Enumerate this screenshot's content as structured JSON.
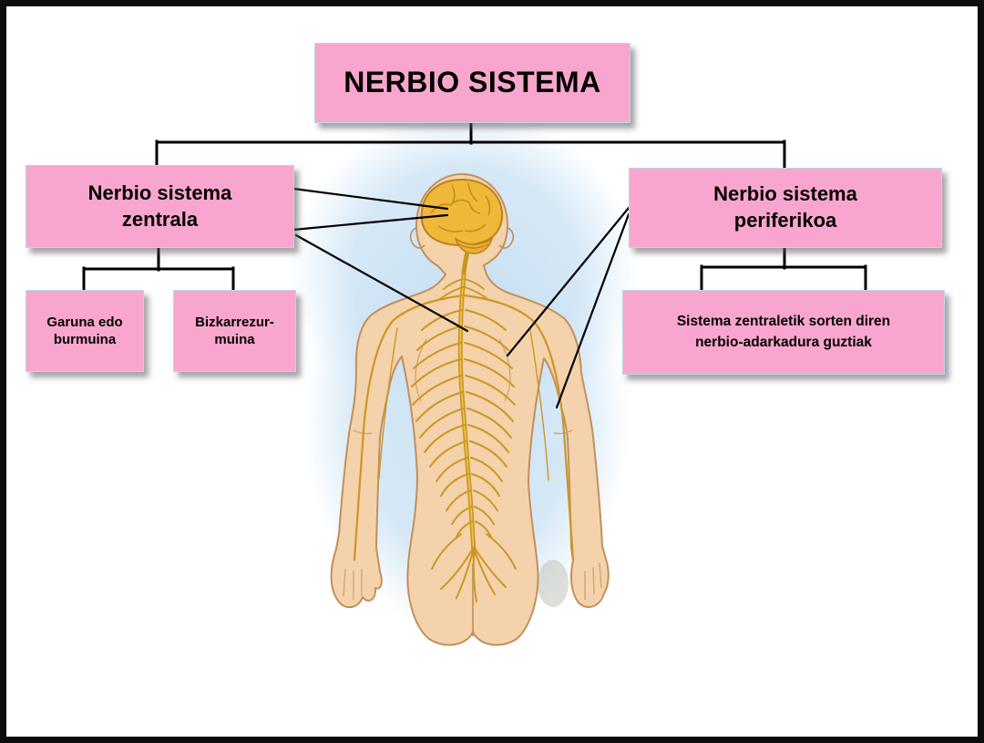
{
  "diagram": {
    "title": "NERBIO SISTEMA",
    "central": {
      "label": "Nerbio sistema zentrala",
      "children": [
        {
          "label": "Garuna edo burmuina"
        },
        {
          "label": "Bizkarrezur-muina"
        }
      ]
    },
    "peripheral": {
      "label": "Nerbio sistema periferikoa",
      "children": [
        {
          "label": "Sistema zentraletik sorten diren nerbio-adarkadura guztiak"
        }
      ]
    },
    "colors": {
      "box_fill": "#F9A6CE",
      "connector": "#000000",
      "glow": "#CBE2F4",
      "skin": "#F4D2AB",
      "nerve": "#CC9722",
      "brain": "#F0B838"
    },
    "illustration": "human-back-with-brain-and-spinal-nerves"
  }
}
